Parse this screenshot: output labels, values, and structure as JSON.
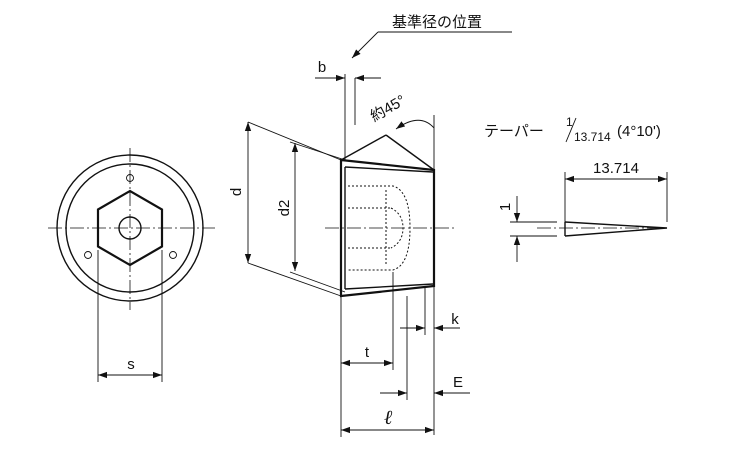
{
  "labels": {
    "reference_diameter_position": "基準径の位置",
    "angle": "約45°",
    "taper_title": "テーパー",
    "taper_numerator": "1",
    "taper_denominator": "13.714",
    "taper_angle": "(4°10')",
    "taper_length": "13.714",
    "taper_height": "1",
    "dim_b": "b",
    "dim_d": "d",
    "dim_d2": "d2",
    "dim_s": "s",
    "dim_t": "t",
    "dim_k": "k",
    "dim_E": "E",
    "dim_l": "ℓ"
  }
}
